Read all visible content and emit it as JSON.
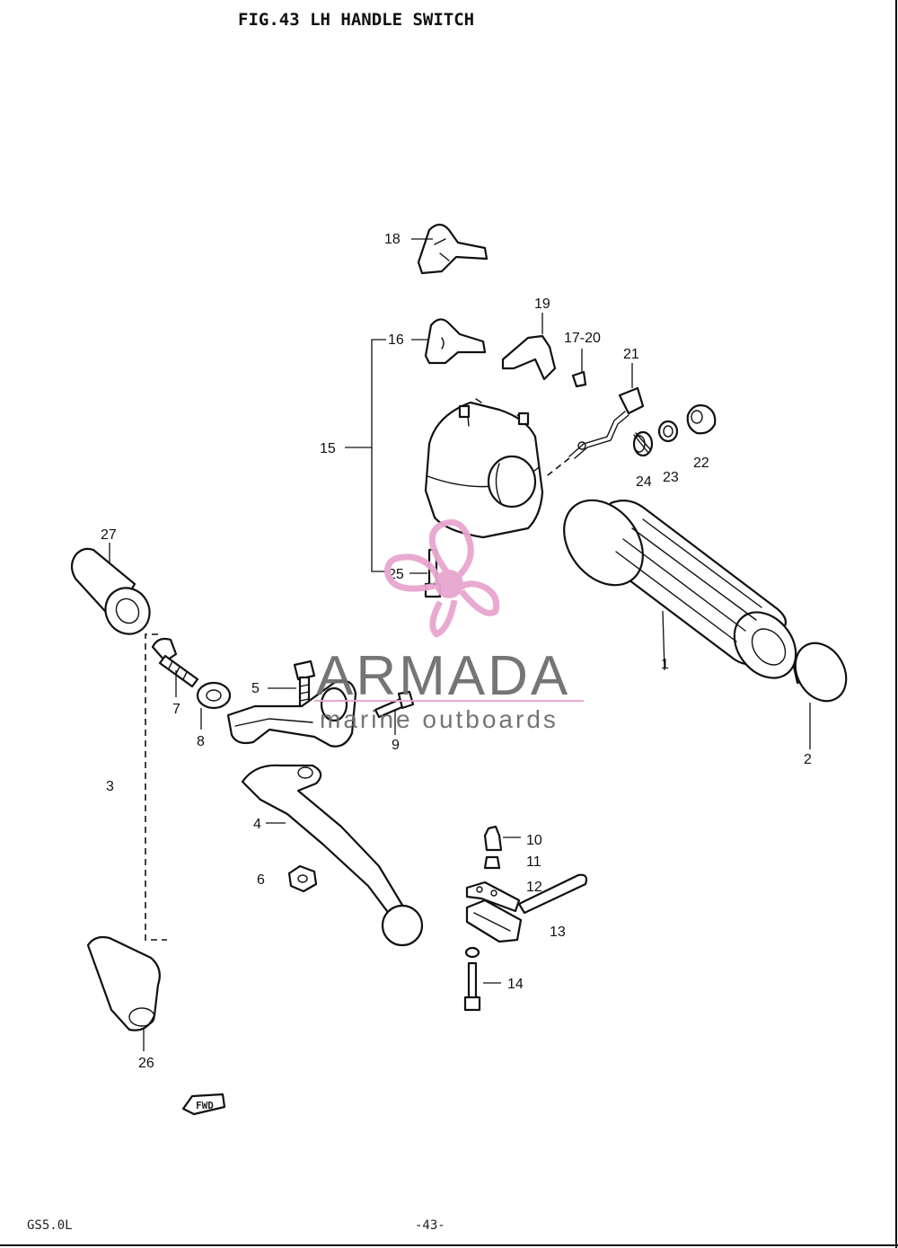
{
  "title": "FIG.43  LH HANDLE SWITCH",
  "footer": {
    "model_code": "GS5.0L",
    "page_number": "-43-"
  },
  "fwd_label": "FWD",
  "watermark": {
    "brand": "ARMADA",
    "tagline": "marine outboards",
    "accent_color": "#e8a6cf",
    "text_color": "#6e6e6e"
  },
  "callouts": [
    {
      "id": "c1",
      "label": "1"
    },
    {
      "id": "c2",
      "label": "2"
    },
    {
      "id": "c3",
      "label": "3"
    },
    {
      "id": "c4",
      "label": "4"
    },
    {
      "id": "c5",
      "label": "5"
    },
    {
      "id": "c6",
      "label": "6"
    },
    {
      "id": "c7",
      "label": "7"
    },
    {
      "id": "c8",
      "label": "8"
    },
    {
      "id": "c9",
      "label": "9"
    },
    {
      "id": "c10",
      "label": "10"
    },
    {
      "id": "c11",
      "label": "11"
    },
    {
      "id": "c12",
      "label": "12"
    },
    {
      "id": "c13",
      "label": "13"
    },
    {
      "id": "c14",
      "label": "14"
    },
    {
      "id": "c15",
      "label": "15"
    },
    {
      "id": "c16",
      "label": "16"
    },
    {
      "id": "c17",
      "label": "17-20"
    },
    {
      "id": "c18",
      "label": "18"
    },
    {
      "id": "c19",
      "label": "19"
    },
    {
      "id": "c21",
      "label": "21"
    },
    {
      "id": "c22",
      "label": "22"
    },
    {
      "id": "c23",
      "label": "23"
    },
    {
      "id": "c24",
      "label": "24"
    },
    {
      "id": "c25",
      "label": "25"
    },
    {
      "id": "c26",
      "label": "26"
    },
    {
      "id": "c27",
      "label": "27"
    }
  ]
}
